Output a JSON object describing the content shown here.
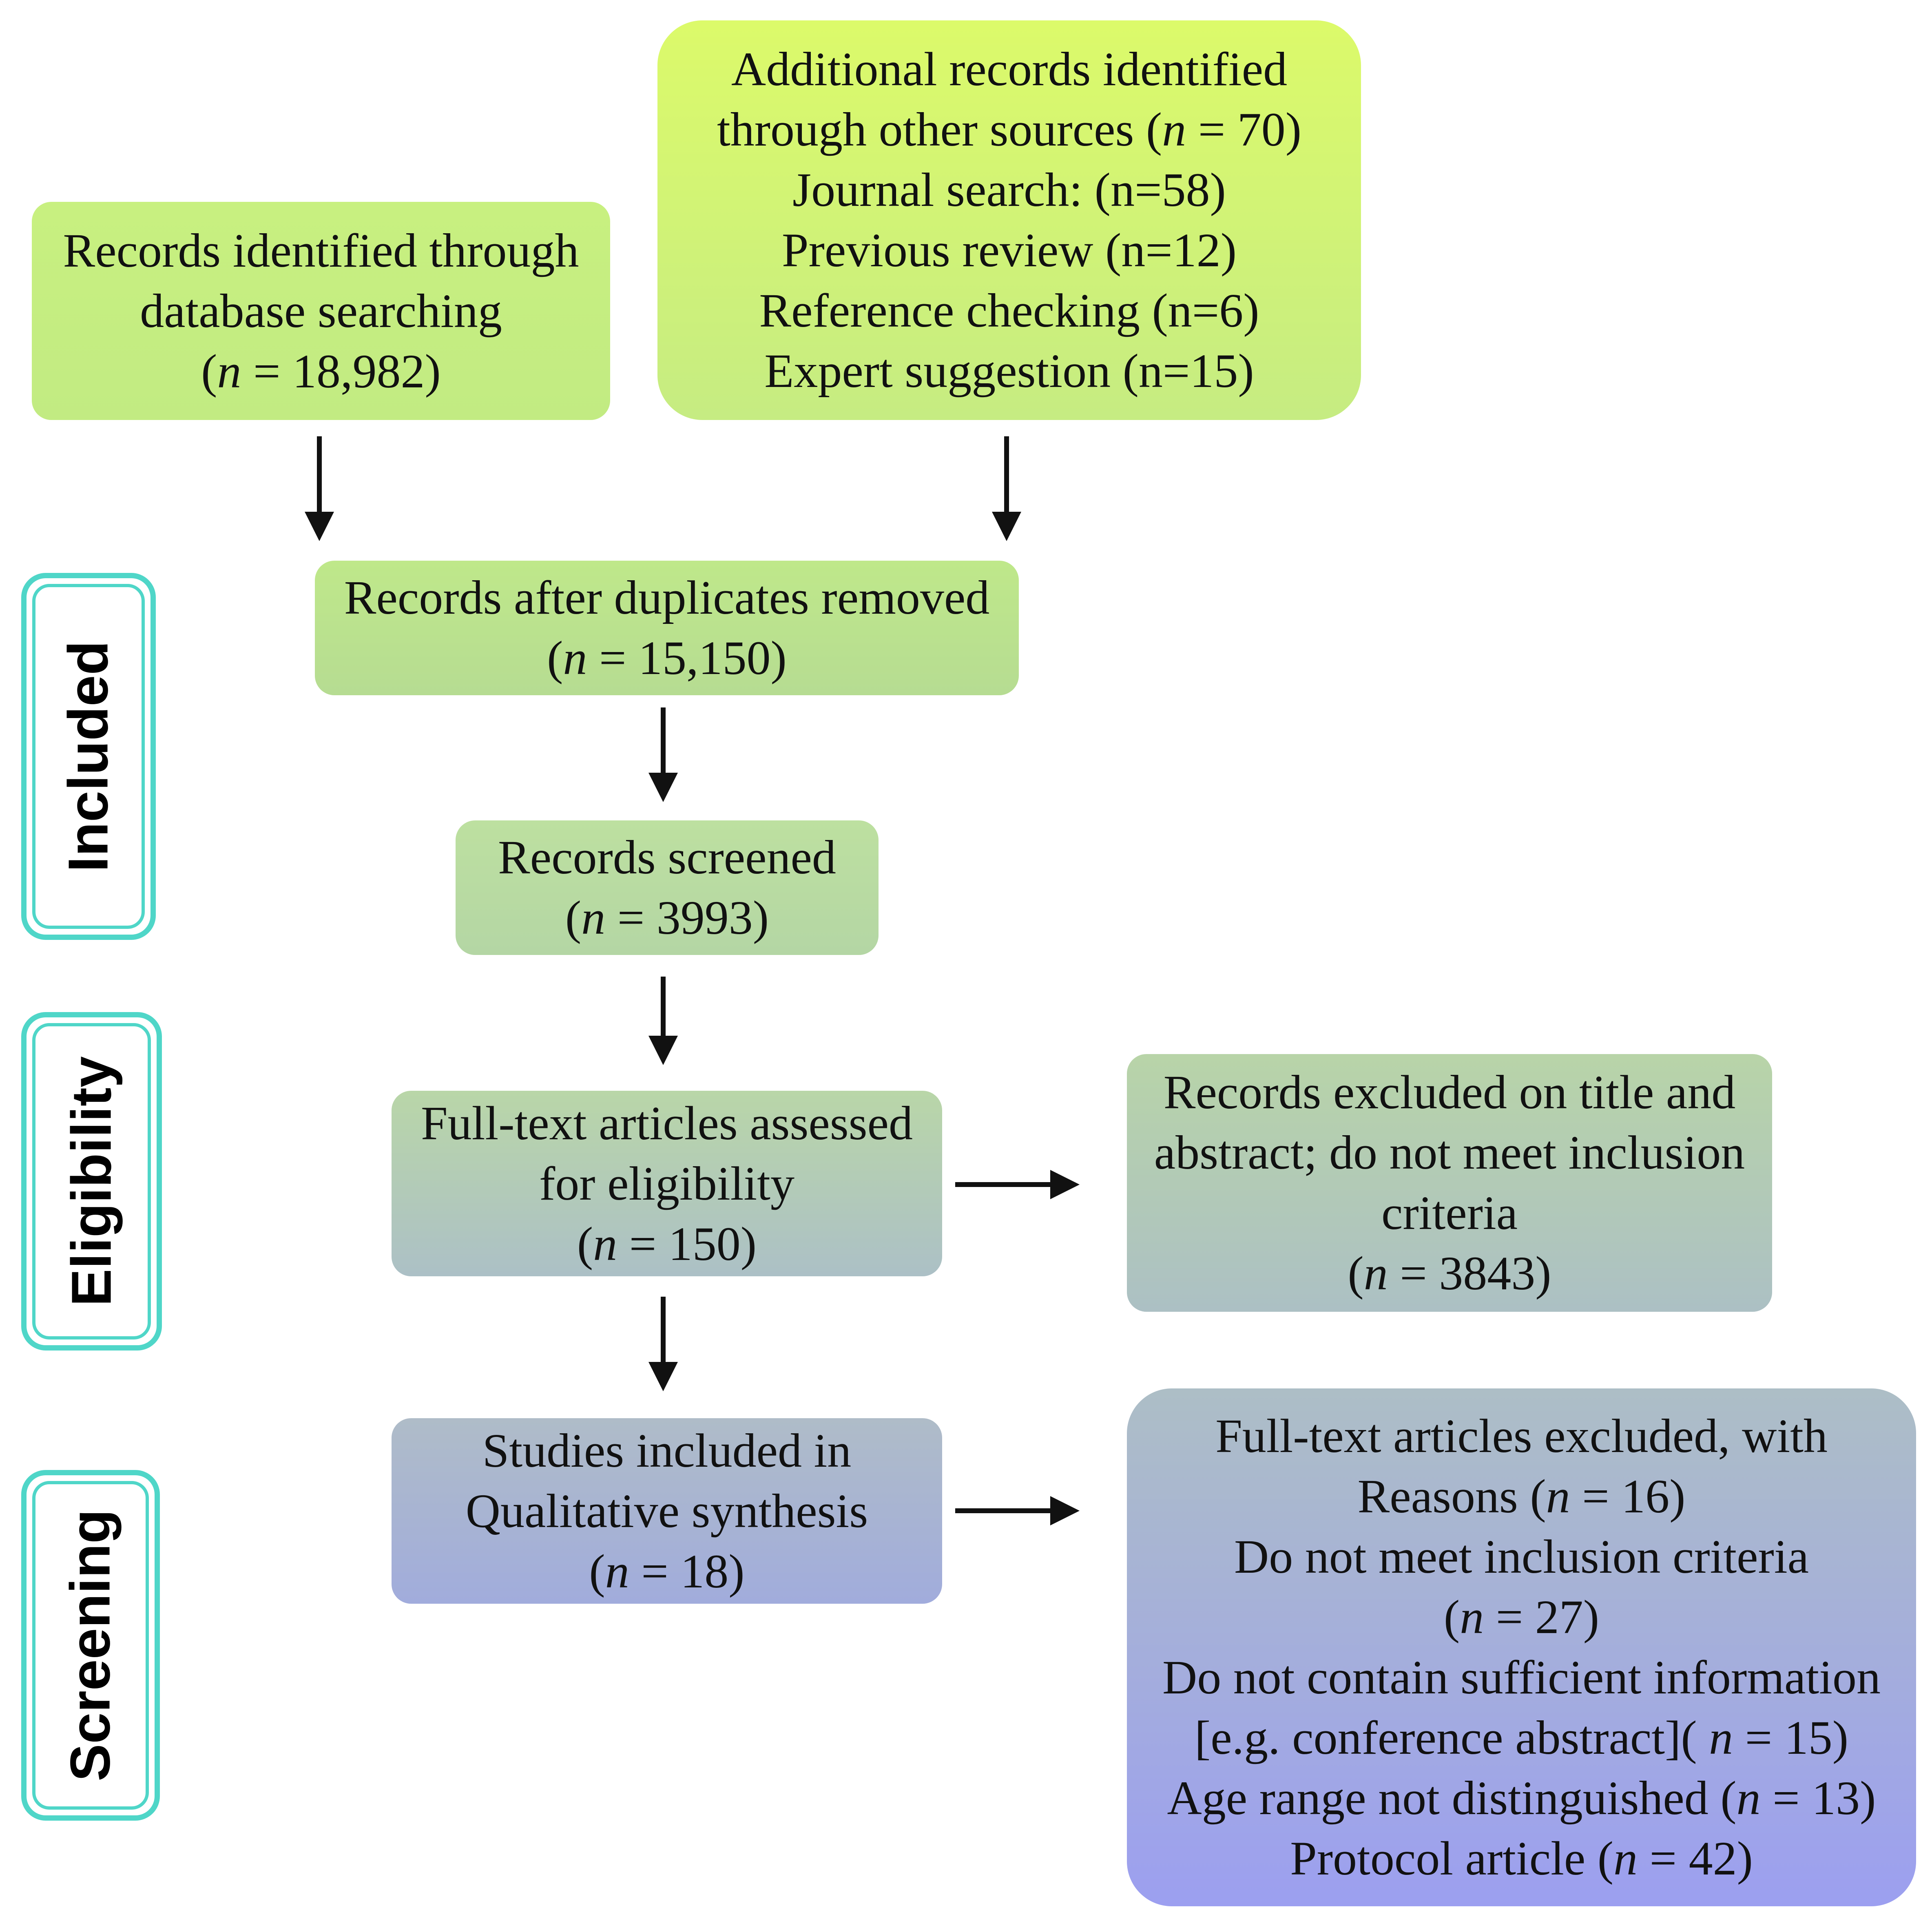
{
  "boxes": {
    "database": {
      "l1": "Records identified through",
      "l2": "database searching",
      "l3_pre": "(",
      "l3_n": "n",
      "l3_post": " = 18,982)"
    },
    "other": {
      "l1": "Additional records identified",
      "l2_pre": "through other sources (",
      "l2_n": "n",
      "l2_post": " = 70)",
      "l3": "Journal search: (n=58)",
      "l4": "Previous review (n=12)",
      "l5": "Reference checking (n=6)",
      "l6": "Expert suggestion (n=15)"
    },
    "duplicates": {
      "l1": "Records after duplicates removed",
      "l2_pre": "(",
      "l2_n": "n",
      "l2_post": " = 15,150)"
    },
    "screened": {
      "l1": "Records screened",
      "l2_pre": "(",
      "l2_n": "n",
      "l2_post": " = 3993)"
    },
    "fulltext": {
      "l1": "Full-text articles assessed",
      "l2": "for eligibility",
      "l3_pre": "(",
      "l3_n": "n",
      "l3_post": " = 150)"
    },
    "excluded_title": {
      "l1": "Records excluded on title and",
      "l2": "abstract; do not meet inclusion",
      "l3": "criteria",
      "l4_pre": "(",
      "l4_n": "n",
      "l4_post": " = 3843)"
    },
    "included": {
      "l1": "Studies included in",
      "l2": "Qualitative synthesis",
      "l3_pre": "(",
      "l3_n": "n",
      "l3_post": " = 18)"
    },
    "excluded_fulltext": {
      "l1": "Full-text articles excluded, with",
      "l2_pre": "Reasons (",
      "l2_n": "n",
      "l2_post": " = 16)",
      "l3": "Do not meet inclusion criteria",
      "l4_pre": "(",
      "l4_n": "n",
      "l4_post": " = 27)",
      "l5": "Do not contain sufficient information",
      "l6_pre": "[e.g. conference abstract]( ",
      "l6_n": "n",
      "l6_post": " = 15)",
      "l7_pre": "Age range not distinguished (",
      "l7_n": "n",
      "l7_post": " = 13)",
      "l8_pre": "Protocol article (",
      "l8_n": "n",
      "l8_post": " = 42)"
    }
  },
  "stages": {
    "included": "Included",
    "eligibility": "Eligibility",
    "screening": "Screening"
  },
  "colors": {
    "stage_border": "#4fd6c8",
    "arrow": "#111111",
    "database_fill": [
      "#c8f080",
      "#c2eb82"
    ],
    "other_fill": [
      "#dcfa6a",
      "#c6ec82"
    ],
    "duplicates_fill": [
      "#bfe88a",
      "#b6dc92"
    ],
    "screened_fill": [
      "#bde0a0",
      "#b4d6a4"
    ],
    "fulltext_fill": [
      "#b9d6a8",
      "#acc0c6"
    ],
    "excluded_title_fill": [
      "#b8d4a8",
      "#acc0c4"
    ],
    "included_fill": [
      "#afbcc8",
      "#a1acdc"
    ],
    "excluded_fulltext_fill": [
      "#adbec6",
      "#9c9ff0"
    ]
  }
}
